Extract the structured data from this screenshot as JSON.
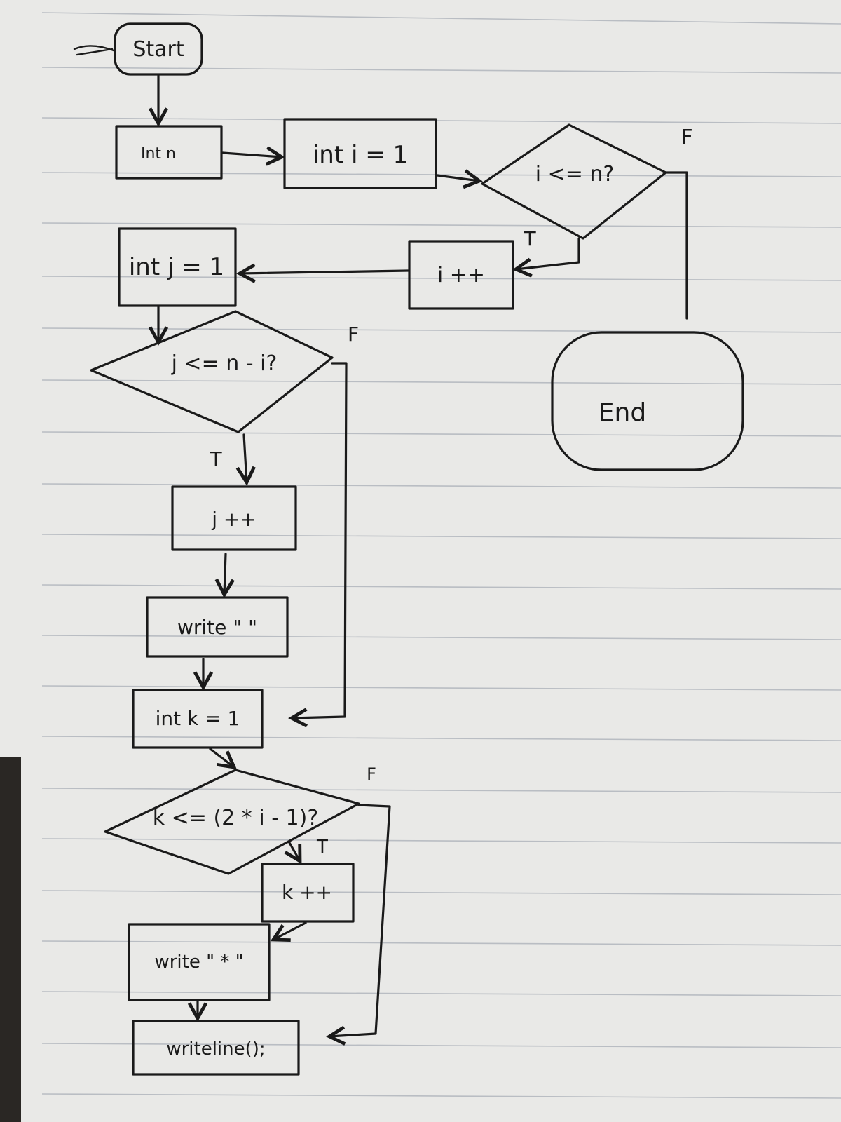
{
  "flowchart": {
    "start": "Start",
    "end": "End",
    "init_n": "Int n",
    "init_i": "int i = 1",
    "cond_i": "i <= n?",
    "inc_i": "i ++",
    "init_j": "int j = 1",
    "cond_j": "j <= n - i?",
    "inc_j": "j ++",
    "write_space": "write \" \"",
    "init_k": "int k = 1",
    "cond_k": "k <= (2 * i - 1)?",
    "inc_k": "k ++",
    "write_star": "write \" * \"",
    "writeline": "writeline();",
    "label_true": "T",
    "label_false": "F"
  },
  "colors": {
    "paper": "#e9e9e7",
    "ink": "#1a1a1a",
    "rule_line": "#b9bdc3"
  }
}
